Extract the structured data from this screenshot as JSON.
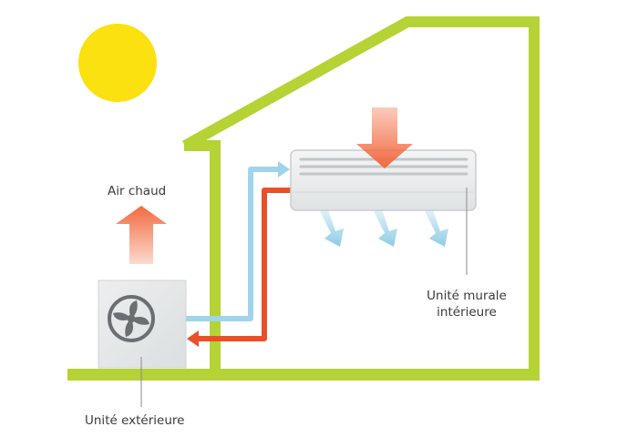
{
  "labels": {
    "hot_air": "Air chaud",
    "indoor_unit_line1": "Unité murale",
    "indoor_unit_line2": "intérieure",
    "outdoor_unit": "Unité extérieure"
  },
  "colors": {
    "house_outline": "#b5d334",
    "sun": "#fbe10f",
    "hot_arrow": "#f26a3f",
    "cold_pipe": "#9fd4ec",
    "cool_air_arrow": "#8fcce6",
    "hot_pipe": "#ea4f28",
    "unit_body": "#e8eaeb",
    "unit_outline": "#c9cdd0",
    "fan": "#6b6f73",
    "leader_line": "#8a8a8a"
  },
  "icons": {
    "sun": "sun-icon",
    "fan": "fan-icon"
  }
}
